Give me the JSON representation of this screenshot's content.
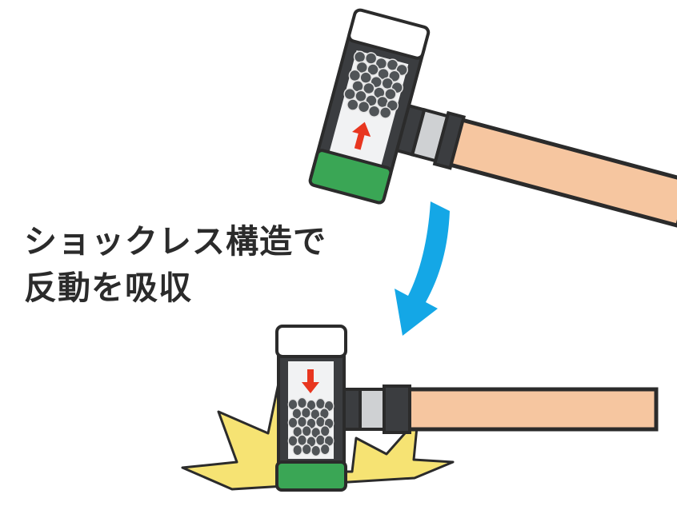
{
  "caption": {
    "line1": "ショックレス構造で",
    "line2": "反動を吸収"
  },
  "colors": {
    "handle": "#f6c6a0",
    "head_frame": "#3b3d40",
    "head_cavity": "#f1f2f3",
    "cap": "#ffffff",
    "face": "#3aa655",
    "pellets": "#505457",
    "impact_arrow": "#e8361f",
    "swing_arrow": "#14a7e6",
    "impact_burst": "#f6e373",
    "collar_light": "#cfd1d3",
    "text": "#2b2b2b"
  },
  "icons": {
    "swing": "curved-arrow-down",
    "impact": "starburst"
  }
}
